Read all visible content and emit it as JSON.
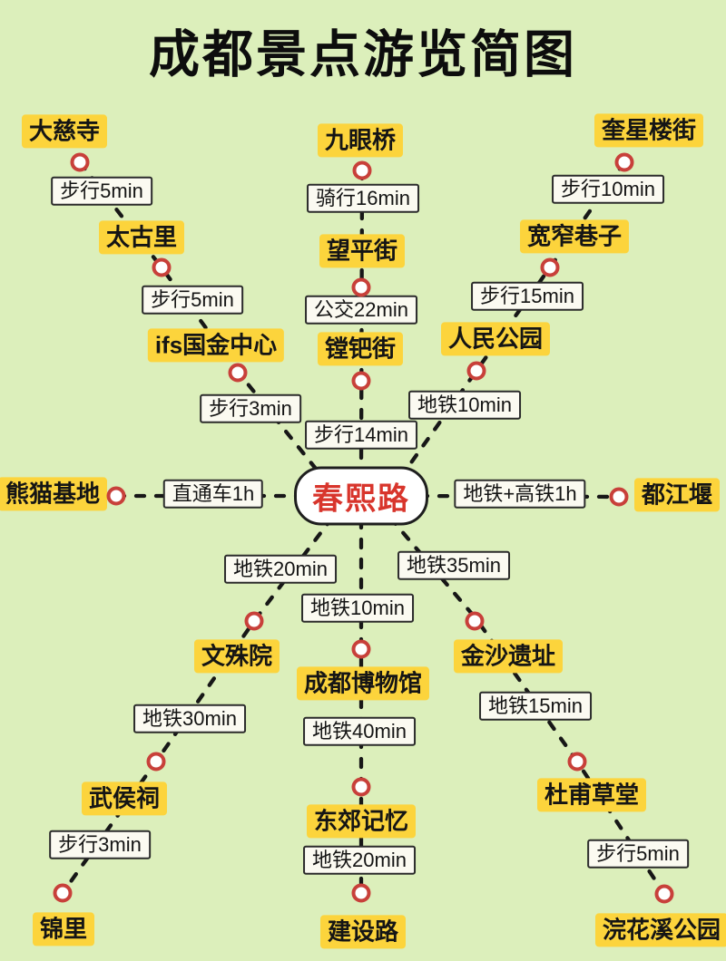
{
  "title": "成都景点游览简图",
  "hub_label": "春熙路",
  "branches": {
    "northwest": {
      "stops": [
        "大慈寺",
        "太古里",
        "ifs国金中心"
      ],
      "times": [
        "步行5min",
        "步行5min",
        "步行3min"
      ]
    },
    "north": {
      "stops": [
        "九眼桥",
        "望平街",
        "镗钯街"
      ],
      "times": [
        "骑行16min",
        "公交22min",
        "步行14min"
      ]
    },
    "northeast": {
      "stops": [
        "奎星楼街",
        "宽窄巷子",
        "人民公园"
      ],
      "times": [
        "步行10min",
        "步行15min",
        "地铁10min"
      ]
    },
    "west": {
      "stops": [
        "熊猫基地"
      ],
      "times": [
        "直通车1h"
      ]
    },
    "east": {
      "stops": [
        "都江堰"
      ],
      "times": [
        "地铁+高铁1h"
      ]
    },
    "southwest": {
      "stops": [
        "文殊院",
        "武侯祠",
        "锦里"
      ],
      "times": [
        "地铁20min",
        "地铁30min",
        "步行3min"
      ]
    },
    "south": {
      "stops": [
        "成都博物馆",
        "东郊记忆",
        "建设路"
      ],
      "times": [
        "地铁10min",
        "地铁40min",
        "地铁20min"
      ]
    },
    "southeast": {
      "stops": [
        "金沙遗址",
        "杜甫草堂",
        "浣花溪公园"
      ],
      "times": [
        "地铁35min",
        "地铁15min",
        "步行5min"
      ]
    }
  },
  "colors": {
    "background": "#dcefbb",
    "stop_bg": "#fcd43c",
    "time_bg": "#fbfaf1",
    "dot_ring": "#c8403a",
    "hub_text": "#d8352c",
    "line": "#171717",
    "text": "#121212"
  }
}
